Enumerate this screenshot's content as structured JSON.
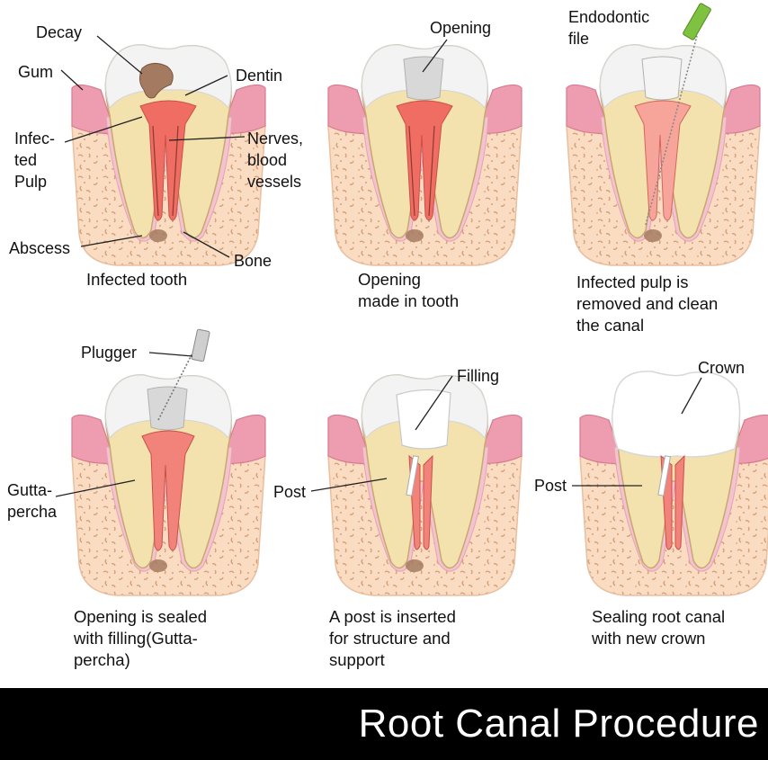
{
  "title": "Root Canal Procedure",
  "colors": {
    "gum": "#ee9db0",
    "gum_dark": "#d9798f",
    "bone": "#f9dcc2",
    "bone_dot": "#d8a077",
    "enamel": "#f3f3f3",
    "dentin": "#f3e2ae",
    "pulp": "#f06d63",
    "decay": "#a47b60",
    "footer_bg": "#000000",
    "footer_text": "#ffffff",
    "file_green": "#7fc241"
  },
  "panels": [
    {
      "stage": "infected",
      "caption": "Infected tooth",
      "labels": {
        "decay": "Decay",
        "gum": "Gum",
        "dentin": "Dentin",
        "infected_pulp": "Infec-\nted\nPulp",
        "nerves": "Nerves,\nblood\nvessels",
        "abscess": "Abscess",
        "bone": "Bone"
      }
    },
    {
      "stage": "opening",
      "caption": "Opening\nmade in tooth",
      "labels": {
        "opening": "Opening"
      }
    },
    {
      "stage": "cleaning",
      "caption": "Infected pulp is\nremoved and clean\nthe canal",
      "labels": {
        "file": "Endodontic\nfile"
      }
    },
    {
      "stage": "filling",
      "caption": "Opening is sealed\nwith filling(Gutta-\npercha)",
      "labels": {
        "plugger": "Plugger",
        "gutta": "Gutta-\npercha"
      }
    },
    {
      "stage": "post",
      "caption": "A post is inserted\nfor structure and\nsupport",
      "labels": {
        "filling": "Filling",
        "post": "Post"
      }
    },
    {
      "stage": "crown",
      "caption": "Sealing root canal\nwith new crown",
      "labels": {
        "crown": "Crown",
        "post": "Post"
      }
    }
  ]
}
